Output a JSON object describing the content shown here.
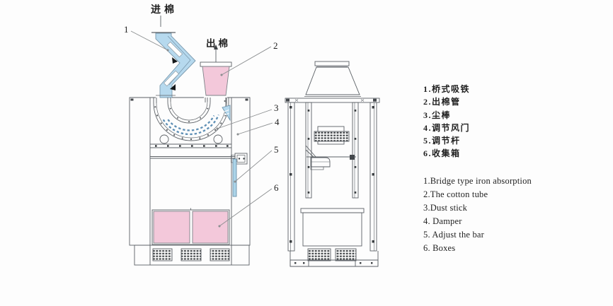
{
  "figure": {
    "flow_labels": {
      "inlet": "进棉",
      "outlet": "出棉"
    },
    "callouts": [
      "1",
      "2",
      "3",
      "4",
      "5",
      "6"
    ],
    "legend": {
      "zh": [
        "1.桥式吸铁",
        "2.出棉管",
        "3.尘棒",
        "4.调节风门",
        "5.调节杆",
        "6.收集箱"
      ],
      "en": [
        "1.Bridge type iron absorption",
        "2.The cotton tube",
        "3.Dust stick",
        "4. Damper",
        "5. Adjust the bar",
        "6. Boxes"
      ]
    },
    "colors": {
      "page_bg": "#fdfdfd",
      "line": "#5c6166",
      "line_dark": "#3c4044",
      "duct_blue": "#b6d9ee",
      "duct_edge": "#7b99ad",
      "pink": "#f3c8da",
      "dash_blue": "#5e8fb5",
      "rod_blue": "#abd3e8",
      "leader": "#8b8e90",
      "text": "#1f1f1f"
    }
  }
}
